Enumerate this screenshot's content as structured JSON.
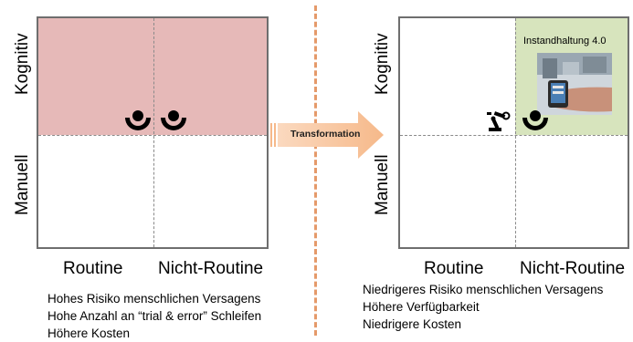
{
  "left": {
    "y_labels": {
      "top": "Kognitiv",
      "bottom": "Manuell"
    },
    "x_labels": {
      "left": "Routine",
      "right": "Nicht-Routine"
    },
    "notes": [
      "Hohes Risiko menschlichen Versagens",
      "Hohe Anzahl an “trial & error” Schleifen",
      "Höhere Kosten"
    ],
    "highlight_color": "#e6b9b8"
  },
  "arrow": {
    "label": "Transformation",
    "color": "#f6b98a"
  },
  "right": {
    "y_labels": {
      "top": "Kognitiv",
      "bottom": "Manuell"
    },
    "x_labels": {
      "left": "Routine",
      "right": "Nicht-Routine"
    },
    "photo_title": "Instandhaltung 4.0",
    "notes": [
      "Niedrigeres Risiko menschlichen Versagens",
      "Höhere Verfügbarkeit",
      "Niedrigere Kosten"
    ],
    "highlight_color": "#d7e4bd"
  },
  "icons": [
    "worker-icon",
    "worker-icon",
    "robot-arm-icon",
    "worker-icon",
    "smartwatch-photo"
  ]
}
